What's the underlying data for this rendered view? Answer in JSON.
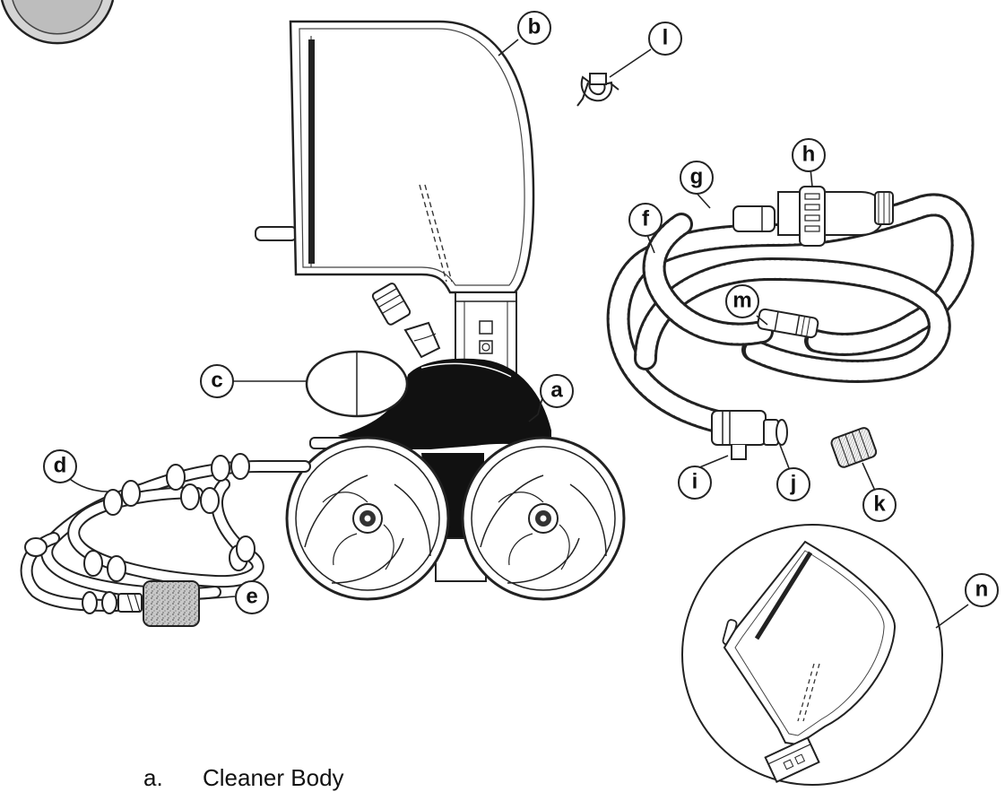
{
  "callouts": {
    "a": "a",
    "b": "b",
    "c": "c",
    "d": "d",
    "e": "e",
    "f": "f",
    "g": "g",
    "h": "h",
    "i": "i",
    "j": "j",
    "k": "k",
    "l": "l",
    "m": "m",
    "n": "n"
  },
  "legend": {
    "items": [
      {
        "letter": "a.",
        "label": "Cleaner Body"
      }
    ]
  }
}
